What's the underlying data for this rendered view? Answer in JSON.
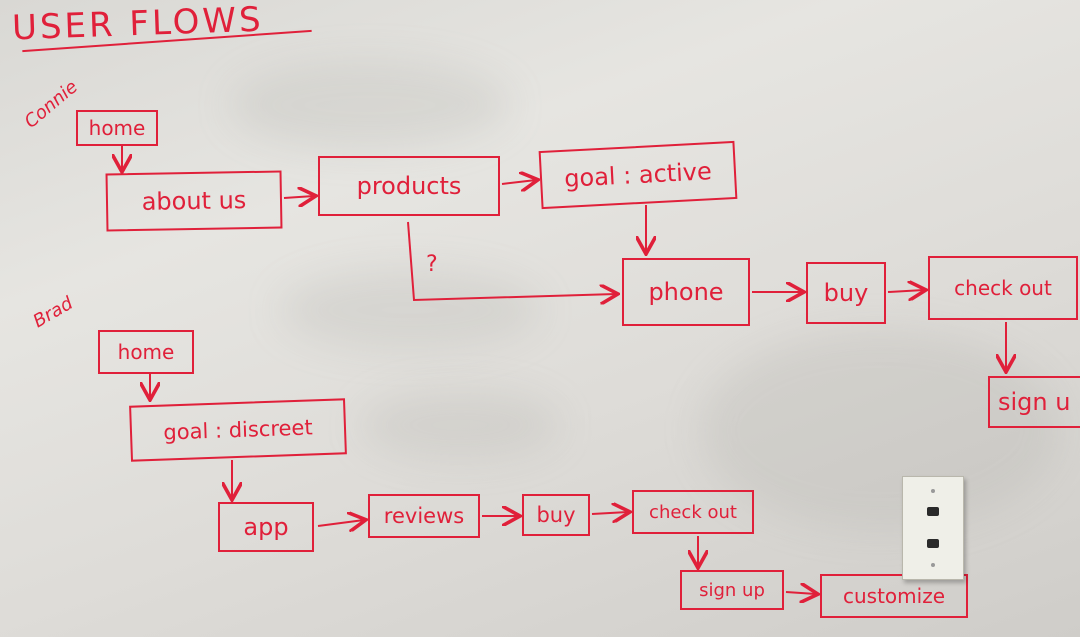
{
  "title": "USER FLOWS",
  "flow_a": {
    "author": "Connie",
    "nodes": {
      "home": "home",
      "about": "about us",
      "products": "products",
      "goal": "goal : active",
      "phone": "phone",
      "buy": "buy",
      "checkout": "check out",
      "signup": "sign u"
    },
    "question": "?"
  },
  "flow_b": {
    "author": "Brad",
    "nodes": {
      "home": "home",
      "goal": "goal : discreet",
      "app": "app",
      "reviews": "reviews",
      "buy": "buy",
      "checkout": "check out",
      "signup": "sign up",
      "customize": "customize"
    }
  },
  "colors": {
    "ink": "#e0203a",
    "board": "#e3e2de"
  },
  "icon_names": [
    "phone-jack-wallplate-icon"
  ]
}
